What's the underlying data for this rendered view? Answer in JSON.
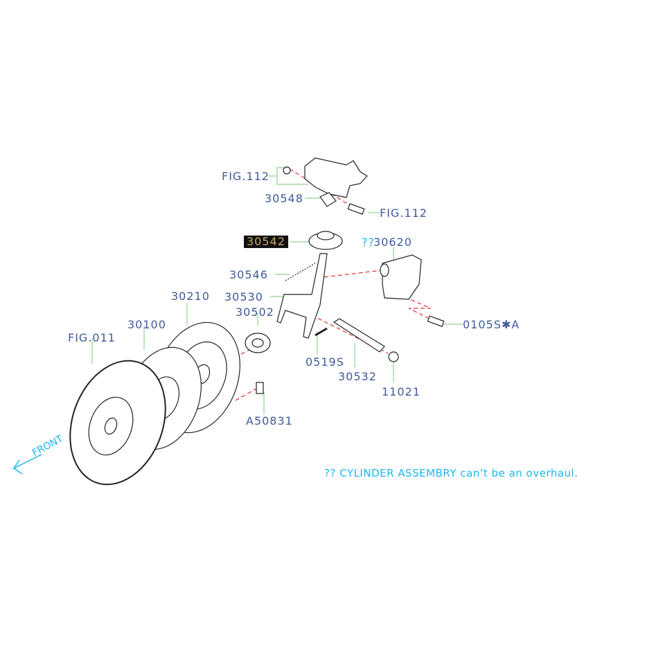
{
  "labels": {
    "fig112_top": "FIG.112",
    "p30548": "30548",
    "fig112_bolt": "FIG.112",
    "p30542": "30542",
    "q_marks": "??",
    "p30620": "30620",
    "p30546": "30546",
    "p30530": "30530",
    "p30502": "30502",
    "p30210": "30210",
    "p30100": "30100",
    "fig011": "FIG.011",
    "p0519s": "0519S",
    "p30532": "30532",
    "p11021": "11021",
    "p0105s": "0105S✱A",
    "a50831": "A50831"
  },
  "note": "?? CYLINDER ASSEMBRY can’t be  an overhaul.",
  "front": "FRONT",
  "colors": {
    "label": "#3f5a9a",
    "leader": "#8fd18f",
    "dash": "#e03030",
    "note": "#19b8f0",
    "highlight_bg": "#111111",
    "highlight_text": "#c8a860"
  }
}
